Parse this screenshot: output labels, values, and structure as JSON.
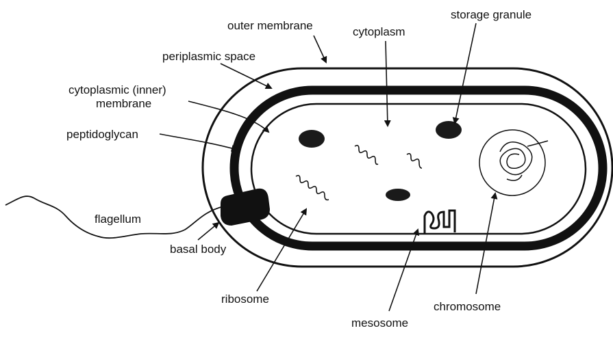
{
  "diagram": {
    "labels": {
      "outer_membrane": "outer membrane",
      "cytoplasm": "cytoplasm",
      "storage_granule": "storage granule",
      "periplasmic_space": "periplasmic space",
      "cytoplasmic_inner_line1": "cytoplasmic (inner)",
      "cytoplasmic_inner_line2": "membrane",
      "peptidoglycan": "peptidoglycan",
      "flagellum": "flagellum",
      "basal_body": "basal body",
      "ribosome": "ribosome",
      "mesosome": "mesosome",
      "chromosome": "chromosome"
    },
    "colors": {
      "ink": "#111111",
      "granule": "#1a1a1a",
      "background": "#ffffff"
    }
  }
}
